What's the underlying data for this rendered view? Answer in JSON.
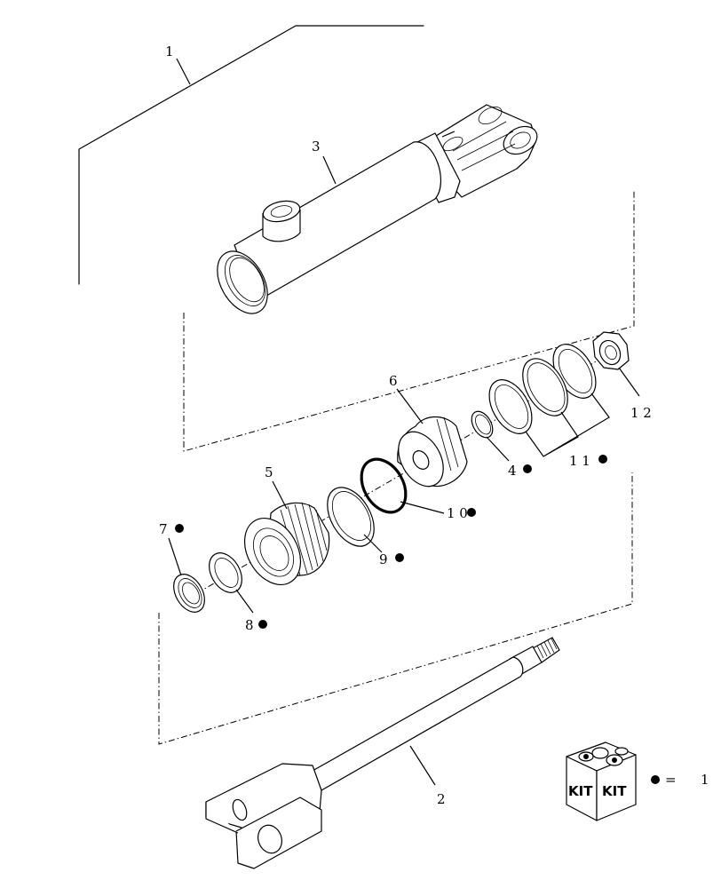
{
  "callouts": [
    {
      "id": "c1",
      "text": "1",
      "kit": false
    },
    {
      "id": "c2",
      "text": "2",
      "kit": false
    },
    {
      "id": "c3",
      "text": "3",
      "kit": false
    },
    {
      "id": "c4",
      "text": "4",
      "kit": true
    },
    {
      "id": "c5",
      "text": "5",
      "kit": false
    },
    {
      "id": "c6",
      "text": "6",
      "kit": false
    },
    {
      "id": "c7",
      "text": "7",
      "kit": true
    },
    {
      "id": "c8",
      "text": "8",
      "kit": true
    },
    {
      "id": "c9",
      "text": "9",
      "kit": true
    },
    {
      "id": "c10",
      "text": "1 0",
      "kit": true
    },
    {
      "id": "c11",
      "text": "1 1",
      "kit": true
    },
    {
      "id": "c12",
      "text": "1 2",
      "kit": false
    }
  ],
  "legend": {
    "kit_label_left": "KIT",
    "kit_label_right": "KIT",
    "equals": "=",
    "value": "1"
  }
}
